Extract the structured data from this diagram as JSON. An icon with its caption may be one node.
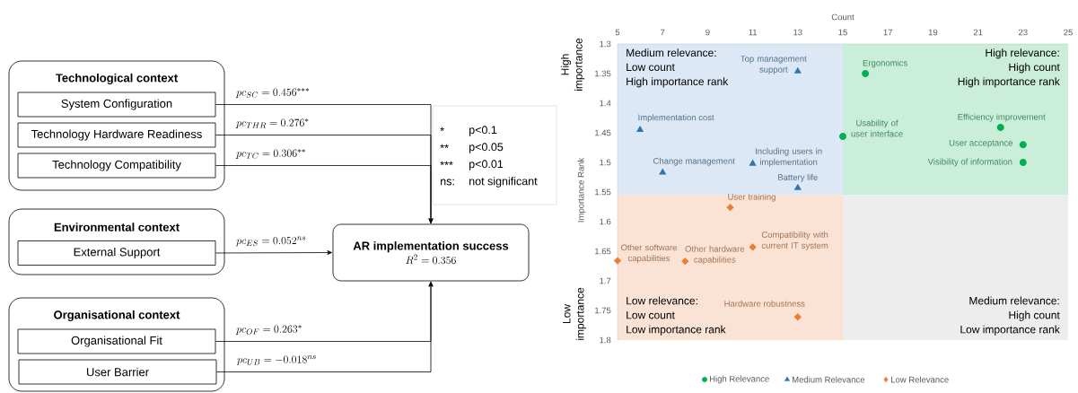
{
  "diagram": {
    "nodes": [
      {
        "text": [
          "Technological context"
        ]
      },
      {
        "text": [
          "System Configuration"
        ],
        "in": 0
      },
      {
        "text": [
          "Technology Hardware Readiness"
        ],
        "in": 0
      },
      {
        "text": [
          "Technology Compatibility"
        ],
        "in": 0
      },
      {
        "text": [
          "Environmental context"
        ]
      },
      {
        "text": [
          "External Support"
        ],
        "in": 4
      },
      {
        "text": [
          "AR implementation success",
          "R^2 = 0.356"
        ]
      },
      {
        "text": [
          "Organisational context"
        ]
      },
      {
        "text": [
          "Organisational Fit"
        ],
        "in": 7
      },
      {
        "text": [
          "User Barrier"
        ],
        "in": 7
      },
      {
        "text": [
          "*",
          "p<0.1",
          "**",
          "p<0.05",
          "***",
          "p<0.01",
          "ns:",
          "not significant"
        ]
      }
    ],
    "edges": [
      {
        "from": 1,
        "to": 6,
        "arrow": "to",
        "label": "pc_{SC} = 0.456^{***}"
      },
      {
        "from": 2,
        "to": 6,
        "arrow": "to",
        "label": "pc_{THR} = 0.276^{*}"
      },
      {
        "from": 3,
        "to": 6,
        "arrow": "to",
        "label": "pc_{TC} = 0.306^{**}"
      },
      {
        "from": 5,
        "to": 6,
        "arrow": "to",
        "label": "pc_{ES} = 0.052^{ns}"
      },
      {
        "from": 8,
        "to": 6,
        "arrow": "to",
        "label": "pc_{OF} = 0.263^{*}"
      },
      {
        "from": 9,
        "to": 6,
        "arrow": "to",
        "label": "pc_{UB} = -0.018^{ns}"
      }
    ],
    "labels": [
      "High importance",
      "Low importance"
    ],
    "chart_data": {
      "type": "scatter",
      "xlabel": "Count",
      "ylabel": "Importance Rank",
      "xlim": [
        5,
        25
      ],
      "ylim": [
        1.8,
        1.3
      ],
      "legend": "bottom",
      "xticks": [
        5,
        7,
        9,
        11,
        13,
        15,
        17,
        19,
        21,
        23,
        25
      ],
      "yticks": [
        1.3,
        1.35,
        1.4,
        1.45,
        1.5,
        1.55,
        1.6,
        1.65,
        1.7,
        1.75,
        1.8
      ],
      "series": [
        {
          "name": "High Relevance",
          "color": "#00b050",
          "marker": "circle",
          "x": [
            16,
            15,
            22,
            23,
            23
          ],
          "values": [
            1.35,
            1.456,
            1.441,
            1.47,
            1.5
          ]
        },
        {
          "name": "Medium Relevance",
          "color": "#2e75b6",
          "marker": "triangle",
          "x": [
            13,
            6,
            7,
            11,
            13
          ],
          "values": [
            1.346,
            1.445,
            1.517,
            1.502,
            1.543
          ]
        },
        {
          "name": "Low Relevance",
          "color": "#ed7d31",
          "marker": "diamond",
          "x": [
            10,
            11,
            5,
            8,
            13
          ],
          "values": [
            1.576,
            1.643,
            1.666,
            1.667,
            1.761
          ]
        }
      ],
      "annotations": [
        {
          "text": [
            "Medium relevance:",
            "Low count",
            "High importance rank"
          ]
        },
        {
          "text": [
            "High relevance:",
            "High count",
            "High importance rank"
          ]
        },
        {
          "text": [
            "Low relevance:",
            "Low count",
            "Low importance rank"
          ]
        },
        {
          "text": [
            "Medium relevance:",
            "High count",
            "Low importance rank"
          ]
        },
        {
          "text": "Ergonomics",
          "x": 16,
          "y": 1.35
        },
        {
          "text": "Usability of user interface",
          "x": 15,
          "y": 1.456
        },
        {
          "text": "Efficiency improvement",
          "x": 22,
          "y": 1.441
        },
        {
          "text": "User acceptance",
          "x": 23,
          "y": 1.47
        },
        {
          "text": "Visibility of information",
          "x": 23,
          "y": 1.5
        },
        {
          "text": "Top management support",
          "x": 13,
          "y": 1.346
        },
        {
          "text": "Implementation cost",
          "x": 6,
          "y": 1.445
        },
        {
          "text": "Change management",
          "x": 7,
          "y": 1.517
        },
        {
          "text": "Including users in implementation",
          "x": 11,
          "y": 1.502
        },
        {
          "text": "Battery life",
          "x": 13,
          "y": 1.543
        },
        {
          "text": "User training",
          "x": 10,
          "y": 1.576
        },
        {
          "text": "Compatibility with current IT system",
          "x": 11,
          "y": 1.643
        },
        {
          "text": "Other software capabilities",
          "x": 5,
          "y": 1.666
        },
        {
          "text": "Other hardware capabilities",
          "x": 8,
          "y": 1.667
        },
        {
          "text": "Hardware robustness",
          "x": 13,
          "y": 1.761
        }
      ]
    }
  }
}
